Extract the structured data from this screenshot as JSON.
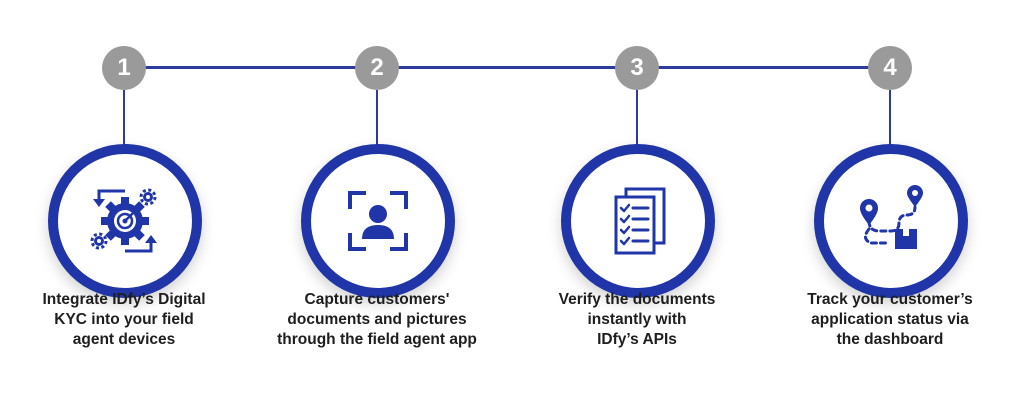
{
  "steps": [
    {
      "number": "1",
      "icon": "gears-target-icon",
      "label_lines": [
        "Integrate IDfy’s Digital",
        "KYC into your field",
        "agent devices"
      ]
    },
    {
      "number": "2",
      "icon": "face-capture-icon",
      "label_lines": [
        "Capture customers'",
        "documents and pictures",
        "through the field agent app"
      ]
    },
    {
      "number": "3",
      "icon": "document-checklist-icon",
      "label_lines": [
        "Verify the documents",
        "instantly with",
        "IDfy’s APIs"
      ]
    },
    {
      "number": "4",
      "icon": "tracking-route-icon",
      "label_lines": [
        "Track your customer’s",
        "application status via",
        "the dashboard"
      ]
    }
  ],
  "colors": {
    "accent": "#1f35a8",
    "line": "#2e3a9e",
    "number_badge": "#9a9a9a",
    "text": "#1e1e1e"
  }
}
